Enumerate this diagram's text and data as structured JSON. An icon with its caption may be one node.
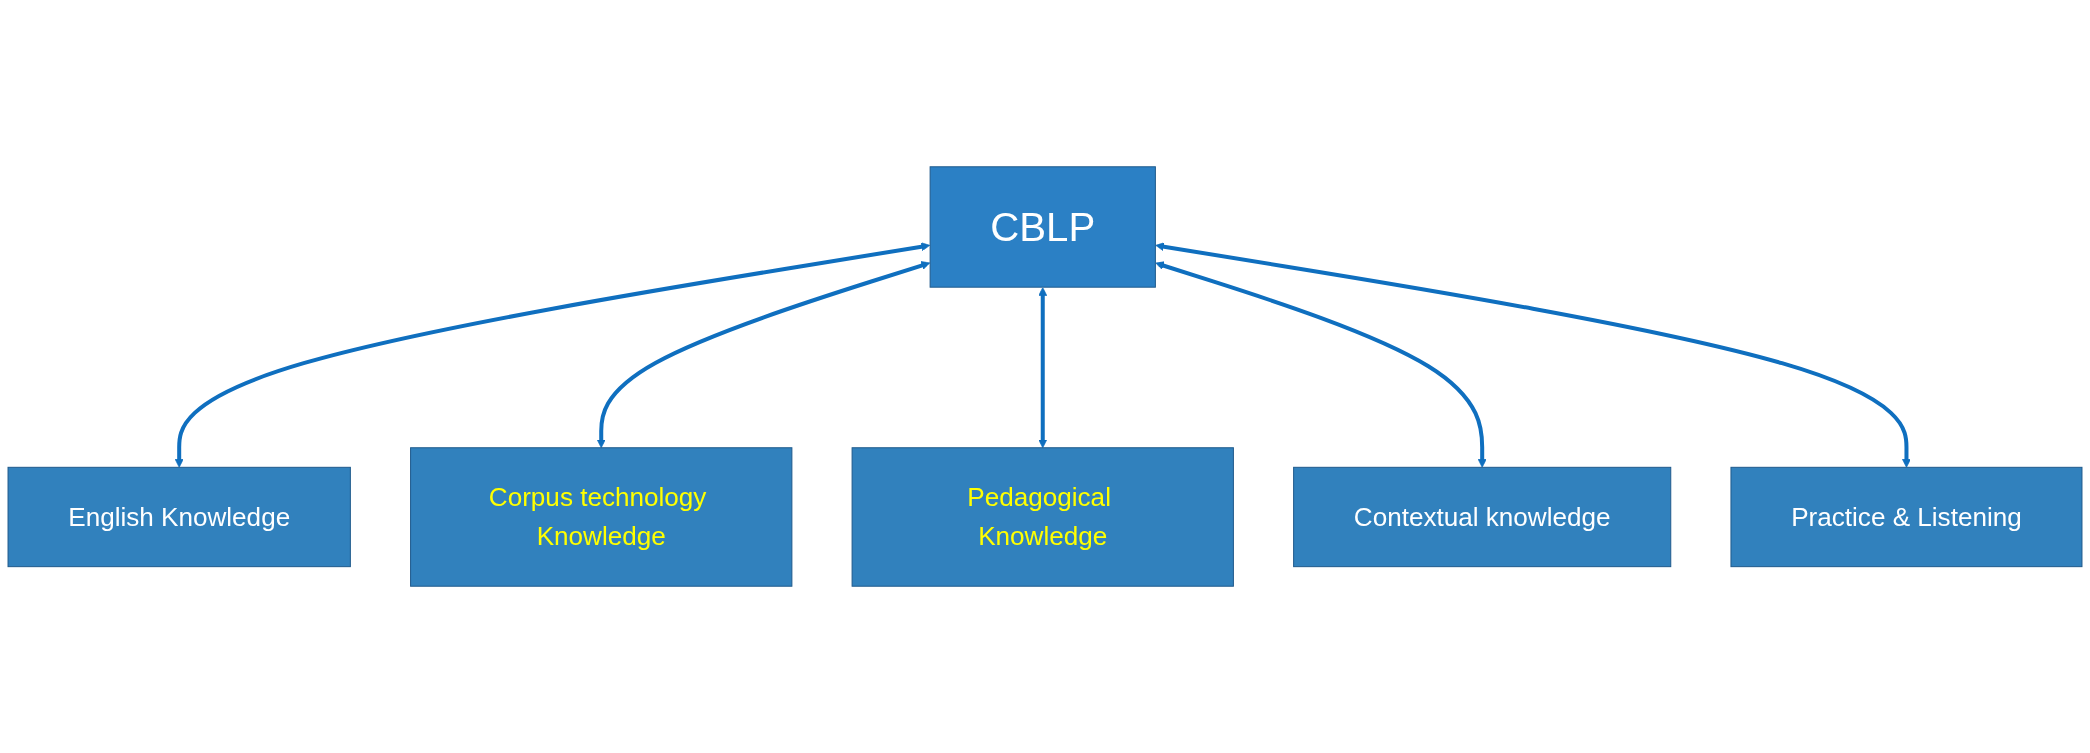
{
  "diagram": {
    "nodes": [
      {
        "text": [
          "CBLP"
        ]
      },
      {
        "text": [
          "English Knowledge"
        ]
      },
      {
        "text": [
          "Corpus technology Knowledge"
        ]
      },
      {
        "text": [
          "Pedagogical Knowledge"
        ]
      },
      {
        "text": [
          "Contextual knowledge"
        ]
      },
      {
        "text": [
          "Practice & Listening"
        ]
      }
    ],
    "edges": [
      {
        "from": 0,
        "to": 1,
        "arrow": "both"
      },
      {
        "from": 0,
        "to": 2,
        "arrow": "both"
      },
      {
        "from": 0,
        "to": 3,
        "arrow": "both"
      },
      {
        "from": 0,
        "to": 4,
        "arrow": "both"
      },
      {
        "from": 0,
        "to": 5,
        "arrow": "both"
      }
    ]
  }
}
